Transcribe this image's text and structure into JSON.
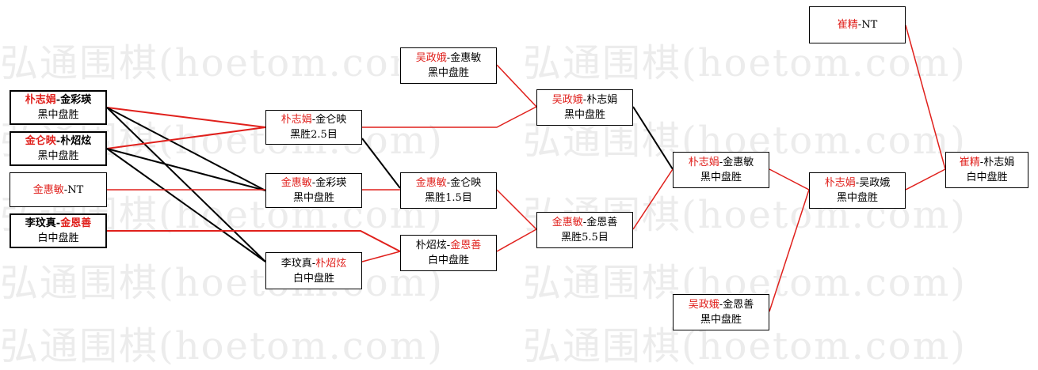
{
  "watermark": "弘通围棋(hoetom.com)",
  "colors": {
    "winner": "#e0201c",
    "loser": "#000000",
    "line_win": "#e0201c",
    "line_lose": "#000000"
  },
  "games": {
    "r1a": {
      "p1": "朴志娟",
      "sep": "-",
      "p2": "金彩瑛",
      "winner": "p1",
      "result": "黑中盘胜"
    },
    "r1b": {
      "p1": "金仑映",
      "sep": "-",
      "p2": "朴炤炫",
      "winner": "p1",
      "result": "黑中盘胜"
    },
    "r1c": {
      "p1": "金惠敏",
      "sep": "-",
      "p2": "NT",
      "winner": "p1",
      "result": ""
    },
    "r1d": {
      "p1": "李玟真",
      "sep": "-",
      "p2": "金恩善",
      "winner": "p2",
      "result": "白中盘胜"
    },
    "r2a": {
      "p1": "朴志娟",
      "sep": "-",
      "p2": "金仑映",
      "winner": "p1",
      "result": "黑胜2.5目"
    },
    "r2b": {
      "p1": "金惠敏",
      "sep": "-",
      "p2": "金彩瑛",
      "winner": "p1",
      "result": "黑中盘胜"
    },
    "r2c": {
      "p1": "李玟真",
      "sep": "-",
      "p2": "朴炤炫",
      "winner": "p2",
      "result": "白中盘胜"
    },
    "r3a": {
      "p1": "吴政娥",
      "sep": "-",
      "p2": "金惠敏",
      "winner": "p1",
      "result": "黑中盘胜"
    },
    "r3b": {
      "p1": "金惠敏",
      "sep": "-",
      "p2": "金仑映",
      "winner": "p1",
      "result": "黑胜1.5目"
    },
    "r3c": {
      "p1": "朴炤炫",
      "sep": "-",
      "p2": "金恩善",
      "winner": "p2",
      "result": "白中盘胜"
    },
    "r4a": {
      "p1": "吴政娥",
      "sep": "-",
      "p2": "朴志娟",
      "winner": "p1",
      "result": "黑中盘胜"
    },
    "r4b": {
      "p1": "金惠敏",
      "sep": "-",
      "p2": "金恩善",
      "winner": "p1",
      "result": "黑胜5.5目"
    },
    "r5a": {
      "p1": "朴志娟",
      "sep": "-",
      "p2": "金惠敏",
      "winner": "p1",
      "result": "黑中盘胜"
    },
    "r5b": {
      "p1": "吴政娥",
      "sep": "-",
      "p2": "金恩善",
      "winner": "p1",
      "result": "黑中盘胜"
    },
    "r6": {
      "p1": "朴志娟",
      "sep": "-",
      "p2": "吴政娥",
      "winner": "p1",
      "result": "黑中盘胜"
    },
    "r7a": {
      "p1": "崔精",
      "sep": "-",
      "p2": "NT",
      "winner": "p1",
      "result": ""
    },
    "r7b": {
      "p1": "崔精",
      "sep": "-",
      "p2": "朴志娟",
      "winner": "p1",
      "result": "白中盘胜"
    }
  }
}
